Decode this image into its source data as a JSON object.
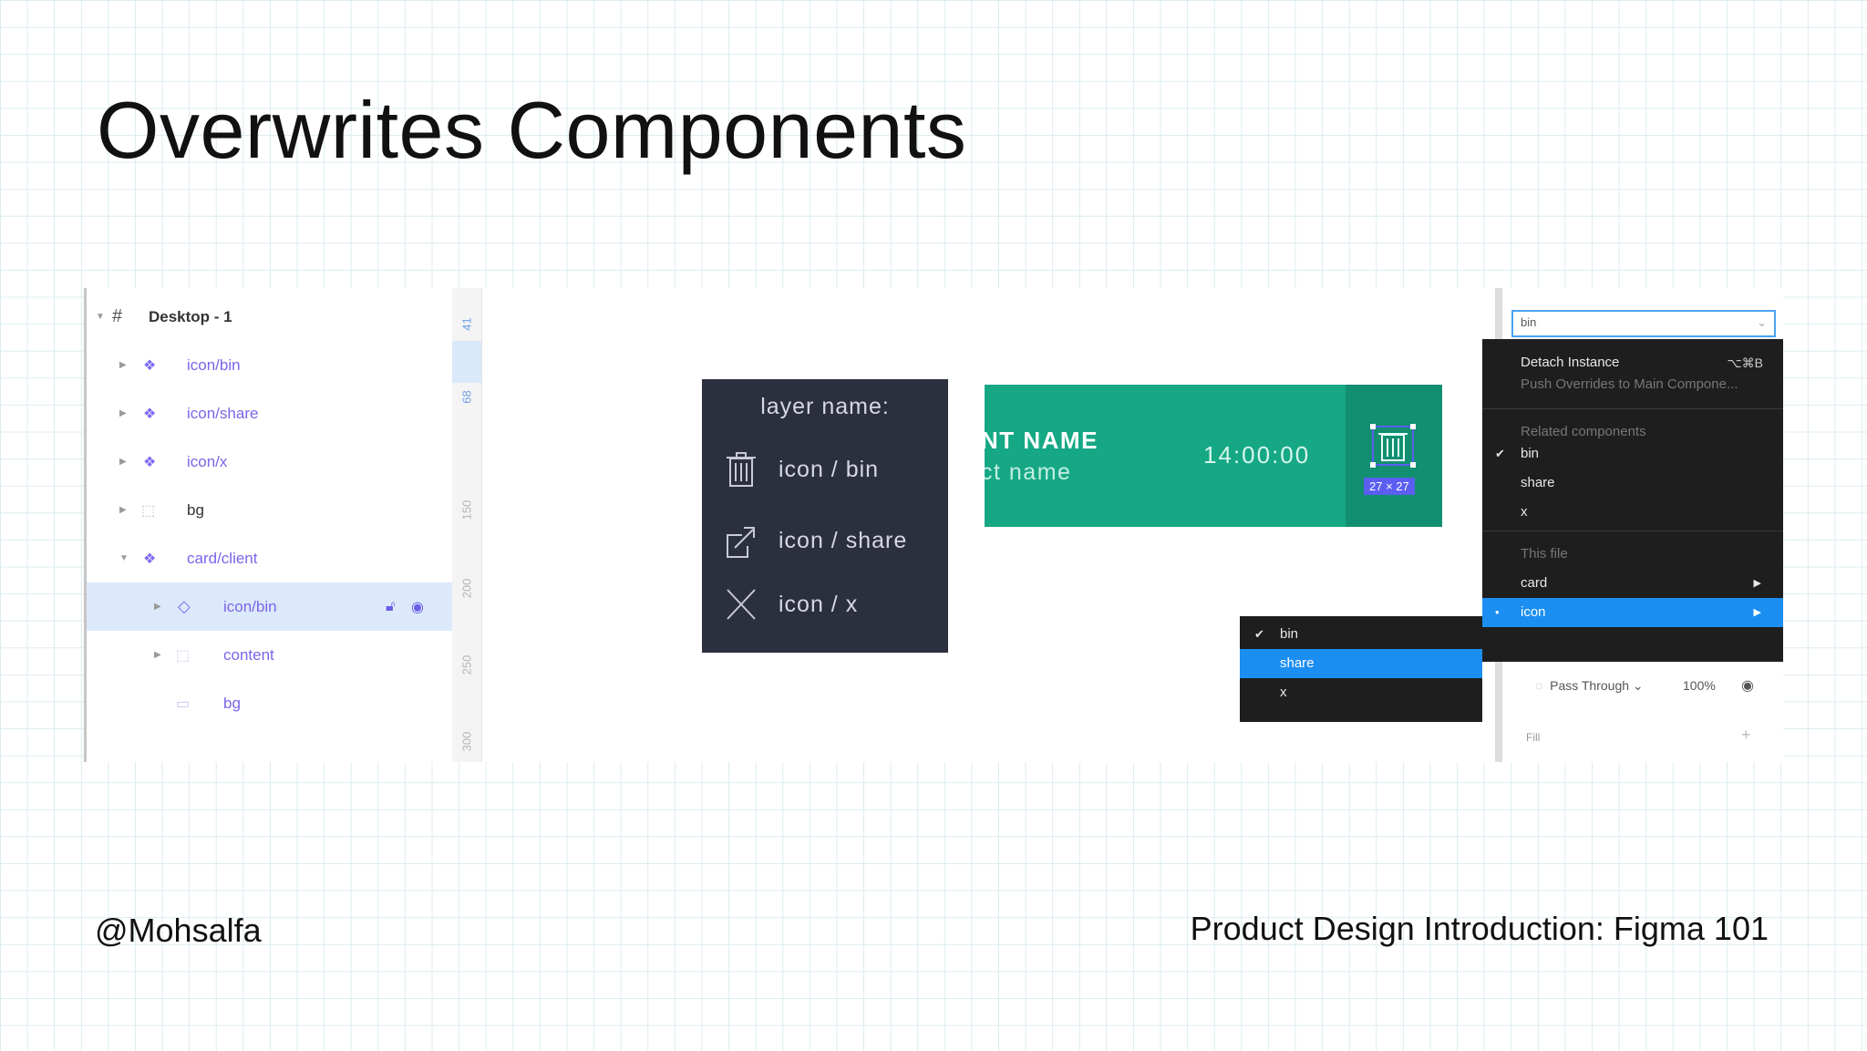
{
  "slide": {
    "title": "Overwrites Components",
    "author": "@Mohsalfa",
    "course": "Product Design Introduction: Figma 101"
  },
  "layers": {
    "frame": "Desktop - 1",
    "items": [
      {
        "label": "icon/bin",
        "kind": "component"
      },
      {
        "label": "icon/share",
        "kind": "component"
      },
      {
        "label": "icon/x",
        "kind": "component"
      },
      {
        "label": "bg",
        "kind": "frame"
      },
      {
        "label": "card/client",
        "kind": "component"
      },
      {
        "label": "icon/bin",
        "kind": "instance",
        "selected": true
      },
      {
        "label": "content",
        "kind": "frame"
      },
      {
        "label": "bg",
        "kind": "rect"
      }
    ]
  },
  "ruler": {
    "marks": [
      "41",
      "68",
      "150",
      "200",
      "250",
      "300"
    ]
  },
  "layer_card": {
    "heading": "layer name:",
    "rows": [
      {
        "label": "icon / bin",
        "icon": "trash-icon"
      },
      {
        "label": "icon / share",
        "icon": "share-icon"
      },
      {
        "label": "icon / x",
        "icon": "close-icon"
      }
    ]
  },
  "client_card": {
    "name": "NT NAME",
    "subtitle": "ct name",
    "time": "14:00:00",
    "icon_size": "27 × 27",
    "color": "#16a884"
  },
  "props": {
    "instance_value": "bin",
    "blend_mode": "Pass Through",
    "opacity": "100%",
    "fill_label": "Fill"
  },
  "context_menu": {
    "detach": "Detach Instance",
    "detach_shortcut": "⌥⌘B",
    "push": "Push Overrides to Main Compone...",
    "related_header": "Related components",
    "related": [
      "bin",
      "share",
      "x"
    ],
    "file_header": "This file",
    "file_items": [
      "card",
      "icon"
    ]
  },
  "submenu": {
    "items": [
      "bin",
      "share",
      "x"
    ]
  },
  "colors": {
    "accent": "#1b8ef2",
    "component": "#7b65e8",
    "menu_bg": "#1e1e1e"
  }
}
